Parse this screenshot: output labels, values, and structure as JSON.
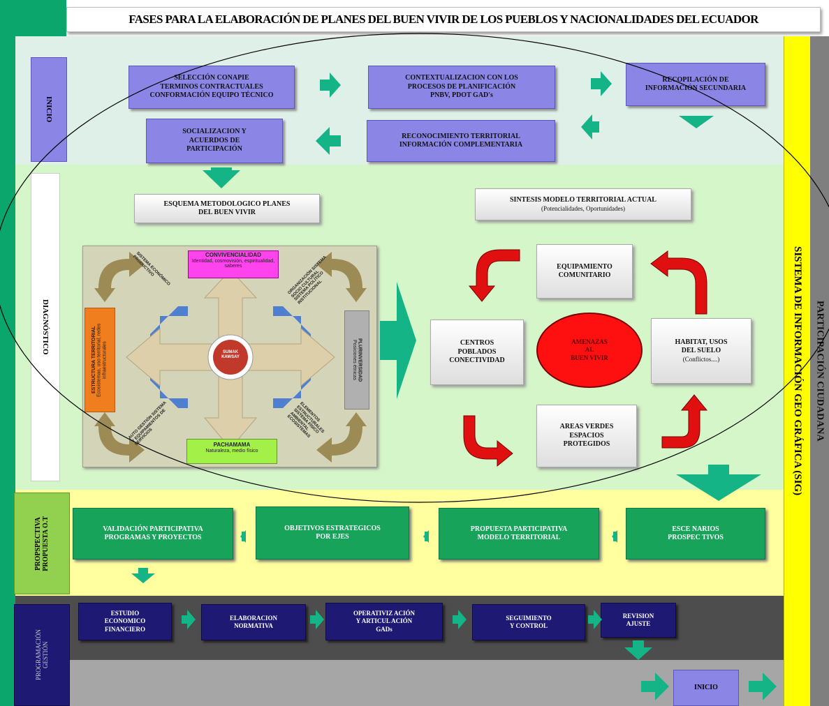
{
  "title": "FASES PARA LA ELABORACIÓN DE PLANES DEL  BUEN VIVIR DE LOS PUEBLOS Y NACIONALIDADES DEL ECUADOR",
  "right_bars": {
    "sig": "SISTEMA DE INFORMACIÓN GEO GRÁFICA (SIG)",
    "participacion": "PARTICIPACIÓN CIUDADANA"
  },
  "phases": {
    "inicio": "INICIO",
    "diagnostico": "DIAGNÓSTICO",
    "prospectiva_1": "PROPSPECTIVA",
    "prospectiva_2": "PROPUESTA O.T",
    "programacion_1": "PROGRAMACIÓN",
    "programacion_2": "GESTIÓN"
  },
  "inicio": {
    "box1": "SELECCIÓN CONAPIE\nTERMINOS CONTRACTUALES\nCONFORMACIÓN EQUIPO TÉCNICO",
    "box2": "CONTEXTUALIZACION CON LOS\nPROCESOS DE PLANIFICACIÓN\nPNBV, PDOT GAD's",
    "box3": "RECOPILACIÓN DE\nINFORMACIÓN SECUNDARIA",
    "box4": "RECONOCIMIENTO TERRITORIAL\nINFORMACIÓN COMPLEMENTARIA",
    "box5": "SOCIALIZACION Y\nACUERDOS DE\nPARTICIPACIÓN"
  },
  "diagnostico": {
    "esquema": "ESQUEMA METODOLOGICO  PLANES\nDEL BUEN VIVIR",
    "sintesis": "SINTESIS MODELO TERRITORIAL ACTUAL",
    "sintesis_sub": "(Potencialidades, Oportunidades)",
    "equipamiento": "EQUIPAMIENTO\nCOMUNITARIO",
    "centros": "CENTROS\nPOBLADOS\nCONECTIVIDAD",
    "amenazas": "AMENAZAS\nAL\nBUEN VIVIR",
    "habitat": "HABITAT, USOS\nDEL SUELO",
    "habitat_sub": "(Conflictos....)",
    "areas": "AREAS VERDES\nESPACIOS\nPROTEGIDOS"
  },
  "scheme": {
    "convivencialidad": "CONVIVENCIALIDAD",
    "convivencialidad_sub": "Identidad, cosmovisión, espiritualidad, saberes",
    "pachamama": "PACHAMAMA",
    "pachamama_sub": "Naturaleza, medio físico",
    "estructura": "ESTRUCTURA TERRITORIAL",
    "estructura_sub": "Ecosistemas, uso territorial, redes infraestructurales",
    "plurinversidad": "PLURINVERSIDAD",
    "plurinversidad_sub": "Posiciones étnicas",
    "center": "SUMAK KAWSAY",
    "corner_tl": "SISTEMA ECONÓMICO PRODUCTIVO",
    "corner_tr": "ORGANIZACIÓN SISTEMA SOCIO CULTURAL SISTEMA POLÍTICO INSTITUCIONAL",
    "corner_bl": "AUTO GESTIÓN SISTEMA Y EQUIPAMIENTOS DE SERVICIOS",
    "corner_br": "ELEMENTOS ESTRUCTURALES SISTEMA FÍSICO AMBIENTAL ECOSISTEMAS"
  },
  "prospectiva": {
    "box1": "VALIDACIÓN PARTICIPATIVA\nPROGRAMAS Y PROYECTOS",
    "box2": "OBJETIVOS ESTRATEGICOS\nPOR EJES",
    "box3": "PROPUESTA PARTICIPATIVA\nMODELO TERRITORIAL",
    "box4": "ESCE NARIOS\nPROSPEC TIVOS"
  },
  "programacion": {
    "box1": "ESTUDIO\nECONOMICO\nFINANCIERO",
    "box2": "ELABORACION\nNORMATIVA",
    "box3": "OPERATIVIZ ACIÓN\nY ARTICUL ACIÓN\nGADs",
    "box4": "SEGUIMIENTO\nY CONTROL",
    "box5": "REVISION\nAJUSTE",
    "inicio": "INICIO"
  },
  "colors": {
    "frame_green": "#0aa66c",
    "inicio_band": "#dff0e9",
    "diagnostico_band": "#d5f6c8",
    "prospectiva_band": "#ffff9f",
    "gestion_band": "#4d4d4d",
    "bottom_band": "#a6a6a6",
    "sig_bar": "#ffff00",
    "participacion_bar": "#7f7f7f",
    "box_purple": "#8b86e6",
    "box_green": "#17a35a",
    "box_navy": "#1e1a73",
    "arrow_green": "#14b486",
    "arrow_red": "#e01010"
  }
}
